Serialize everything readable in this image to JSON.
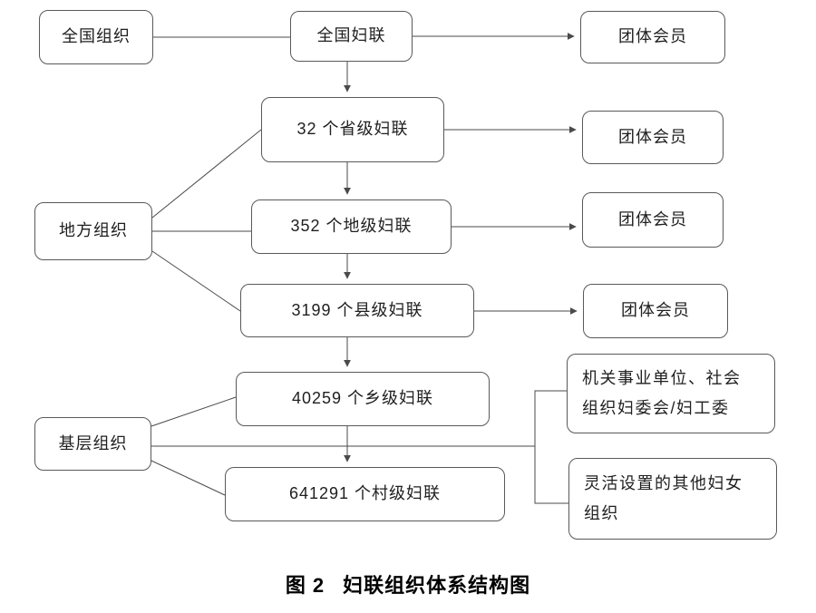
{
  "diagram": {
    "left_column": [
      {
        "label": "全国组织"
      },
      {
        "label": "地方组织"
      },
      {
        "label": "基层组织"
      }
    ],
    "center_column": [
      {
        "label": "全国妇联"
      },
      {
        "label": "32 个省级妇联"
      },
      {
        "label": "352 个地级妇联"
      },
      {
        "label": "3199 个县级妇联"
      },
      {
        "label": "40259 个乡级妇联"
      },
      {
        "label": "641291 个村级妇联"
      }
    ],
    "right_column": [
      {
        "label": "团体会员"
      },
      {
        "label": "团体会员"
      },
      {
        "label": "团体会员"
      },
      {
        "label": "团体会员"
      },
      {
        "lines": [
          "机关事业单位、社会",
          "组织妇委会/妇工委"
        ]
      },
      {
        "lines": [
          "灵活设置的其他妇女",
          "组织"
        ]
      }
    ],
    "caption": {
      "label": "图 2",
      "title": "妇联组织体系结构图"
    }
  },
  "colors": {
    "background": "#ffffff",
    "box_border": "#595959",
    "connector_line": "#4a4a4a",
    "text": "#1f1f1f"
  }
}
